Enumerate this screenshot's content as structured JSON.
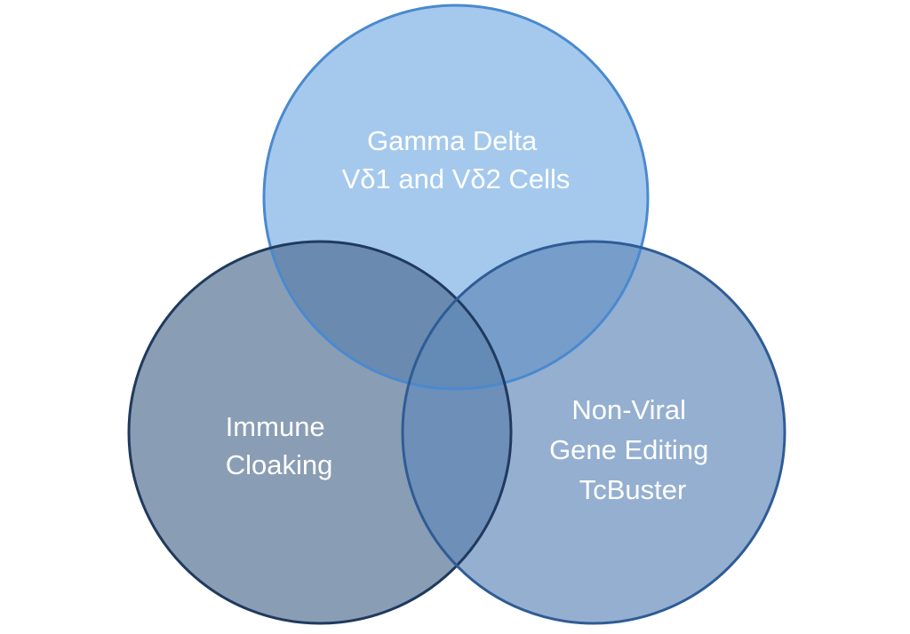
{
  "diagram": {
    "type": "venn",
    "sets": [
      {
        "id": "gamma-delta",
        "lines": [
          "Gamma Delta",
          "Vδ1 and Vδ2 Cells"
        ],
        "fill": "#7FB2E5",
        "stroke": "#4A89CF"
      },
      {
        "id": "immune-cloaking",
        "lines": [
          "Immune",
          "Cloaking"
        ],
        "fill": "#4C6A8E",
        "stroke": "#1F3A5E"
      },
      {
        "id": "non-viral",
        "lines": [
          "Non-Viral",
          "Gene Editing",
          "TcBuster"
        ],
        "fill": "#6289B9",
        "stroke": "#2F5C95"
      }
    ]
  }
}
